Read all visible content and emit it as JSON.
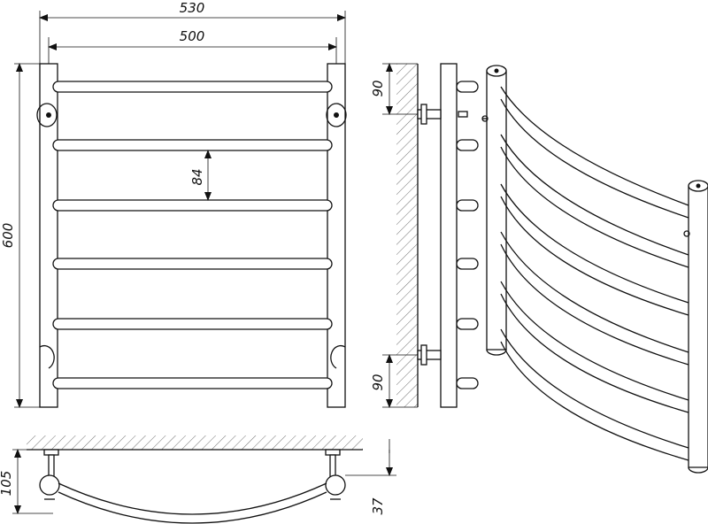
{
  "dimensions": {
    "overall_width": "530",
    "pipe_center_width": "500",
    "height": "600",
    "rung_spacing": "84",
    "mount_top": "90",
    "mount_bottom": "90",
    "depth": "105",
    "wall_offset": "37"
  }
}
